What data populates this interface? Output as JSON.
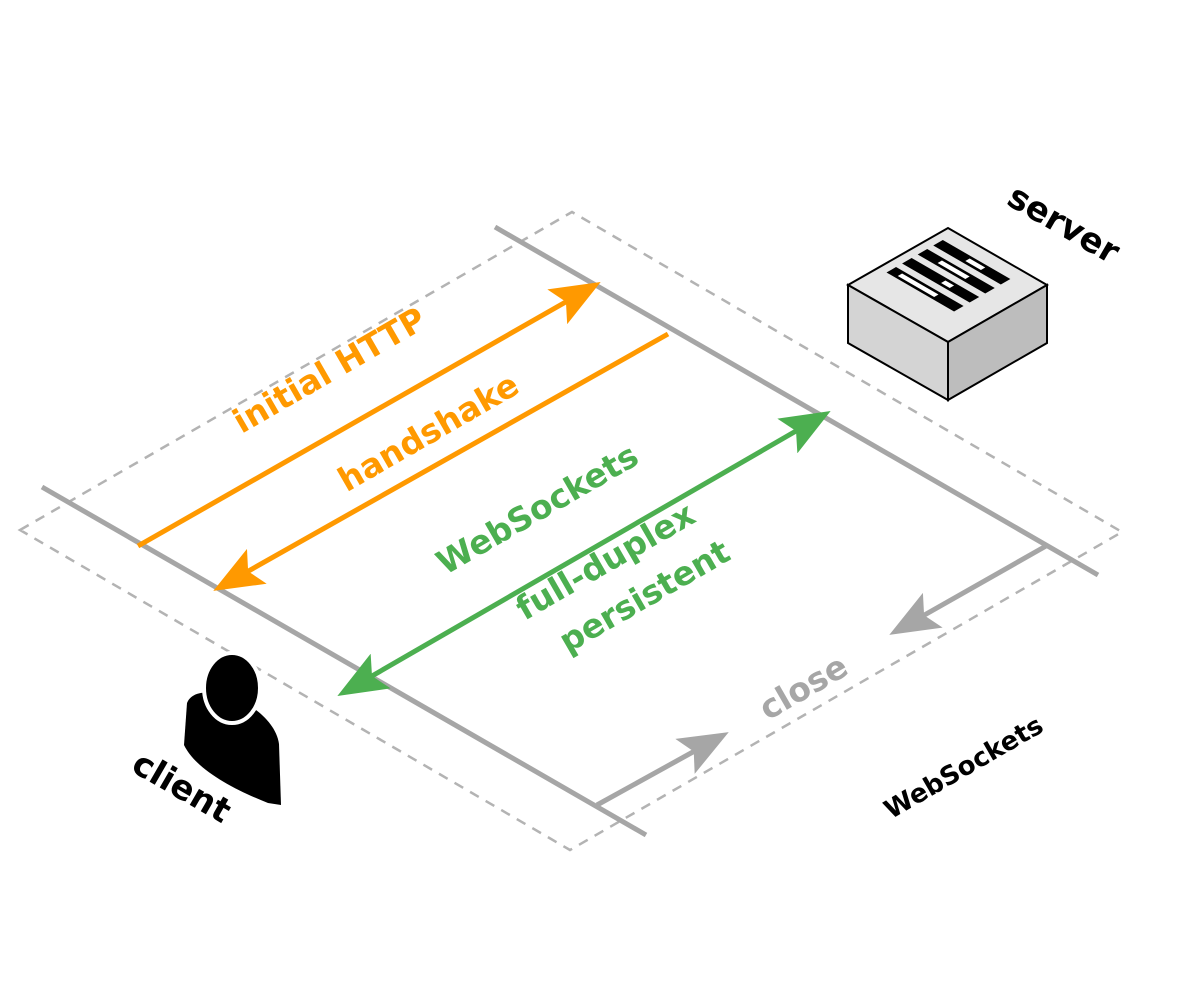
{
  "labels": {
    "server": "server",
    "client": "client",
    "http_line1": "initial HTTP",
    "http_line2": "handshake",
    "ws_line1": "WebSockets",
    "ws_line2": "full-duplex",
    "ws_line3": "persistent",
    "close": "close",
    "caption": "WebSockets"
  },
  "colors": {
    "http": "#ff9900",
    "websocket": "#4caf50",
    "close": "#a6a6a6",
    "timeline": "#a6a6a6",
    "boundary": "#b3b3b3",
    "text": "#000000"
  },
  "icons": {
    "server": "server-rack-icon",
    "client": "person-icon"
  }
}
